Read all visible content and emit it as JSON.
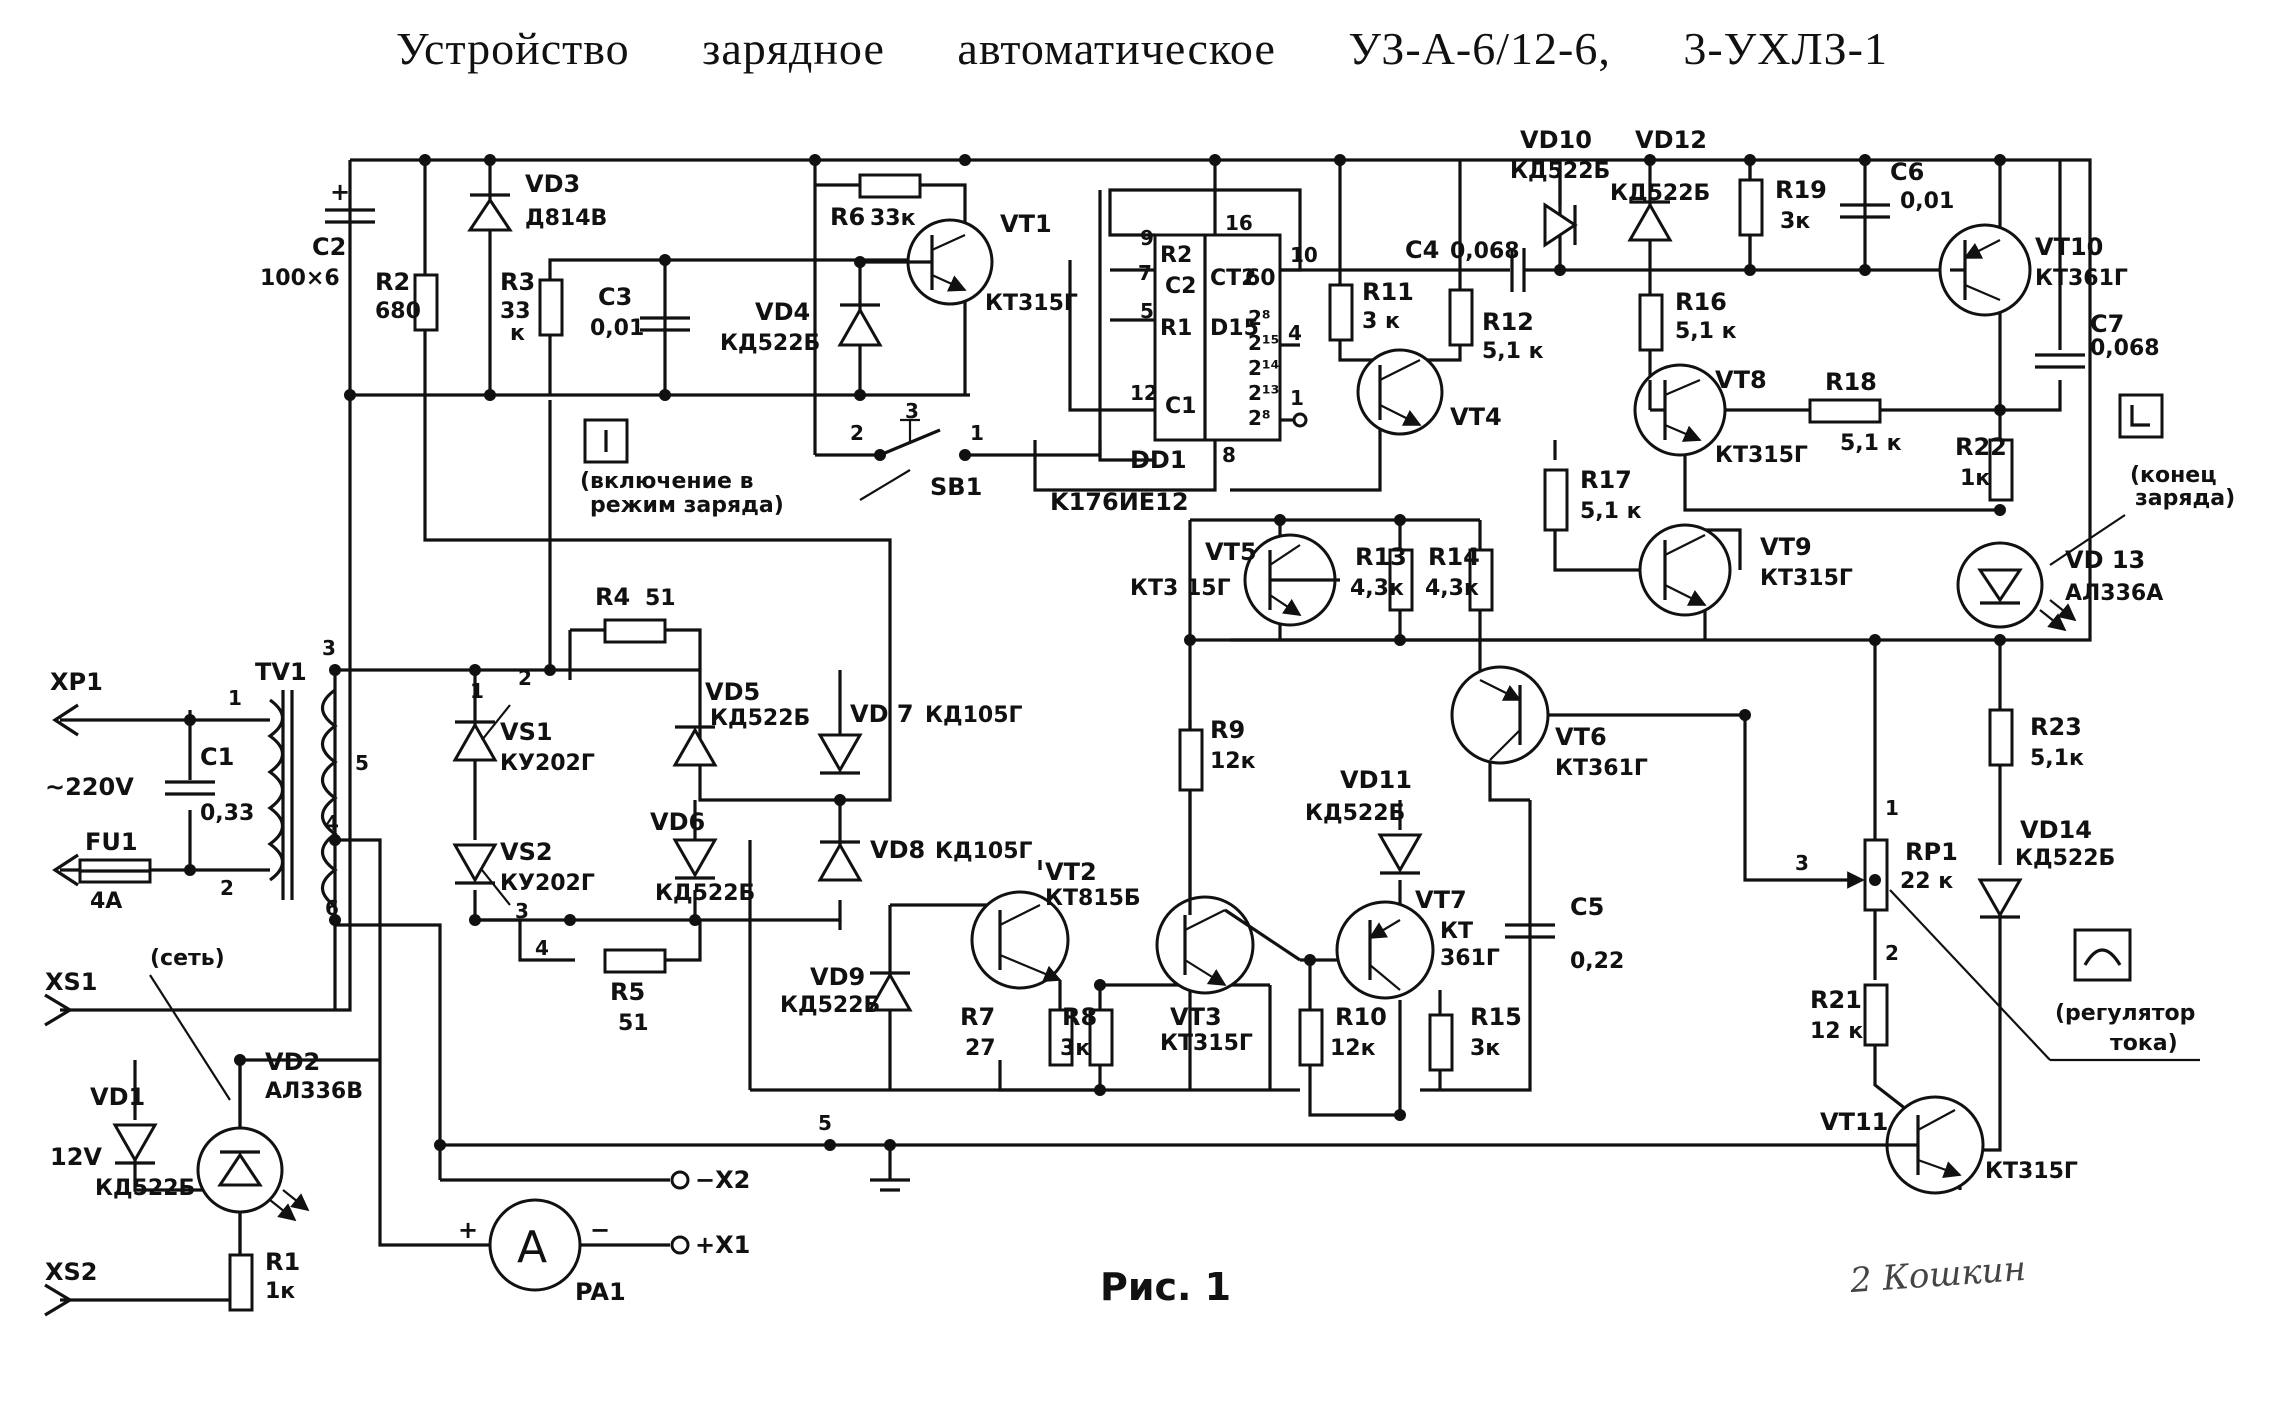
{
  "title": "Устройство   зарядное   автоматическое   УЗ-А-6/12-6, 3-УХЛЗ-1",
  "figure_caption": "Рис. 1",
  "signature": "2 Кошкин",
  "chip": {
    "ref": "DD1",
    "part": "K176ИЕ12",
    "core": "D15",
    "ct": "CT2",
    "out": "60",
    "pins": {
      "r2": "R2",
      "c2": "C2",
      "r1": "R1",
      "c1": "C1",
      "p9": "9",
      "p7": "7",
      "p5": "5",
      "p12": "12",
      "p16": "16",
      "p10": "10",
      "p4": "4",
      "p1": "1",
      "p8": "8",
      "q28a": "2⁸",
      "q215": "2¹⁵",
      "q214": "2¹⁴",
      "q213": "2¹³",
      "q28b": "2⁸"
    }
  },
  "components": {
    "c2": {
      "ref": "C2",
      "val": "100×6",
      "plus": "+"
    },
    "r2": {
      "ref": "R2",
      "val": "680"
    },
    "vd3": {
      "ref": "VD3",
      "val": "Д814В"
    },
    "r3": {
      "ref": "R3",
      "val": "33",
      "unit": "к"
    },
    "c3": {
      "ref": "C3",
      "val": "0,01"
    },
    "r6": {
      "ref": "R6",
      "val": "33к"
    },
    "vd4": {
      "ref": "VD4",
      "val": "КД522Б"
    },
    "vt1": {
      "ref": "VT1",
      "val": "КТ315Г"
    },
    "sb1": {
      "ref": "SB1",
      "p1": "1",
      "p2": "2",
      "p3": "3"
    },
    "sw_note": {
      "line1": "(включение в",
      "line2": "режим заряда)"
    },
    "r11": {
      "ref": "R11",
      "val": "3 к"
    },
    "r12": {
      "ref": "R12",
      "val": "5,1 к"
    },
    "c4": {
      "ref": "C4",
      "val": "0,068"
    },
    "vt4": {
      "ref": "VT4"
    },
    "vd10": {
      "ref": "VD10",
      "val": "КД522Б"
    },
    "vd12": {
      "ref": "VD12",
      "val": "КД522Б"
    },
    "r19": {
      "ref": "R19",
      "val": "3к"
    },
    "c6": {
      "ref": "C6",
      "val": "0,01"
    },
    "vt10": {
      "ref": "VT10",
      "val": "КТ361Г"
    },
    "c7": {
      "ref": "C7",
      "val": "0,068"
    },
    "r16": {
      "ref": "R16",
      "val": "5,1 к"
    },
    "vt8": {
      "ref": "VT8",
      "val": "КТ315Г"
    },
    "r18": {
      "ref": "R18",
      "val": "5,1 к"
    },
    "r22": {
      "ref": "R22",
      "val": "1к"
    },
    "r17": {
      "ref": "R17",
      "val": "5,1 к"
    },
    "vt9": {
      "ref": "VT9",
      "val": "КТ315Г"
    },
    "end_note": {
      "line1": "(конец",
      "line2": "заряда)"
    },
    "vd13": {
      "ref": "VD 13",
      "val": "АЛ336А"
    },
    "vt5": {
      "ref": "VT5",
      "val": "КТ3 15Г"
    },
    "r13": {
      "ref": "R13",
      "val": "4,3к"
    },
    "r14": {
      "ref": "R14",
      "val": "4,3к"
    },
    "vt6": {
      "ref": "VT6",
      "val": "КТ361Г"
    },
    "r9": {
      "ref": "R9",
      "val": "12к"
    },
    "vd11": {
      "ref": "VD11",
      "val": "КД522Б"
    },
    "vt7": {
      "ref": "VT7",
      "val": "КТ",
      "val2": "361Г"
    },
    "c5": {
      "ref": "C5",
      "val": "0,22"
    },
    "r23": {
      "ref": "R23",
      "val": "5,1к"
    },
    "vd14": {
      "ref": "VD14",
      "val": "КД522Б"
    },
    "rp1": {
      "ref": "RP1",
      "val": "22 к",
      "p1": "1",
      "p2": "2",
      "p3": "3"
    },
    "r21": {
      "ref": "R21",
      "val": "12 к"
    },
    "reg_note": {
      "line1": "(регулятор",
      "line2": "тока)"
    },
    "vt11": {
      "ref": "VT11",
      "val": "КТ315Г"
    },
    "vt2": {
      "ref": "VT2",
      "val": "КТ815Б"
    },
    "vt3": {
      "ref": "VT3",
      "val": "КТ315Г"
    },
    "r7": {
      "ref": "R7",
      "val": "27"
    },
    "r8": {
      "ref": "R8",
      "val": "3к"
    },
    "vd9": {
      "ref": "VD9",
      "val": "КД522Б"
    },
    "r10": {
      "ref": "R10",
      "val": "12к"
    },
    "r15": {
      "ref": "R15",
      "val": "3к"
    },
    "r4": {
      "ref": "R4",
      "val": "51"
    },
    "r5": {
      "ref": "R5",
      "val": "51"
    },
    "vs1": {
      "ref": "VS1",
      "val": "КУ202Г"
    },
    "vs2": {
      "ref": "VS2",
      "val": "КУ202Г"
    },
    "vd5": {
      "ref": "VD5",
      "val": "КД522Б"
    },
    "vd6": {
      "ref": "VD6",
      "val": "КД522Б"
    },
    "vd7": {
      "ref": "VD 7",
      "val": "КД105Г"
    },
    "vd8": {
      "ref": "VD8",
      "val": "КД105Г"
    },
    "tv1": {
      "ref": "TV1",
      "p1": "1",
      "p2": "2",
      "p3": "3",
      "p4": "4",
      "p5": "5",
      "p6": "6"
    },
    "c1": {
      "ref": "C1",
      "val": "0,33"
    },
    "fu1": {
      "ref": "FU1",
      "val": "4А"
    },
    "xp1": {
      "ref": "XP1"
    },
    "mains": {
      "val": "~220V"
    },
    "xs1": {
      "ref": "XS1",
      "note": "(сеть)"
    },
    "xs2": {
      "ref": "XS2"
    },
    "vd1": {
      "ref": "VD1",
      "val": "КД522Б",
      "volt": "12V"
    },
    "vd2": {
      "ref": "VD2",
      "val": "АЛ336В"
    },
    "r1": {
      "ref": "R1",
      "val": "1к"
    },
    "pa1": {
      "ref": "PA1",
      "sym": "A",
      "plus": "+",
      "minus": "−"
    },
    "x1": {
      "ref": "+X1"
    },
    "x2": {
      "ref": "−X2"
    },
    "node": {
      "n1": "1",
      "n2": "2",
      "n3": "3",
      "n4": "4",
      "n5": "5"
    }
  }
}
